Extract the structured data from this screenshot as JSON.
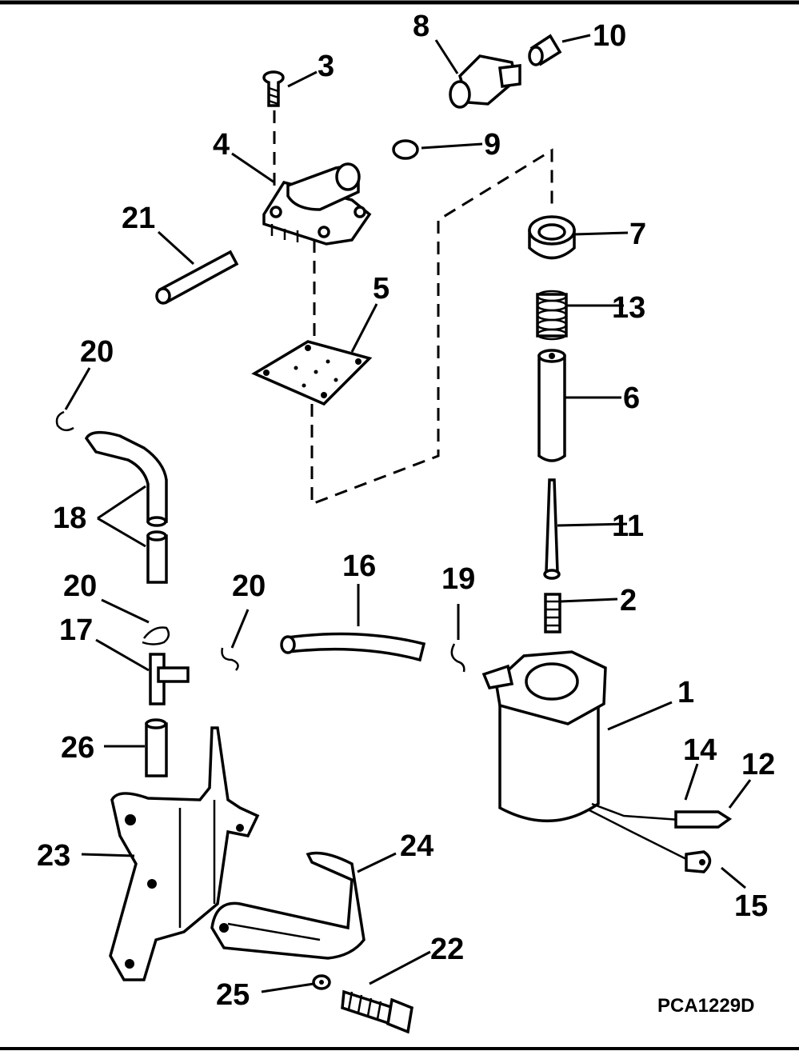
{
  "diagram": {
    "code": "PCA1229D",
    "callouts": {
      "c1": "1",
      "c2": "2",
      "c3": "3",
      "c4": "4",
      "c5": "5",
      "c6": "6",
      "c7": "7",
      "c8": "8",
      "c9": "9",
      "c10": "10",
      "c11": "11",
      "c12": "12",
      "c13": "13",
      "c14": "14",
      "c15": "15",
      "c16": "16",
      "c17": "17",
      "c18": "18",
      "c19": "19",
      "c20a": "20",
      "c20b": "20",
      "c20c": "20",
      "c21": "21",
      "c22": "22",
      "c23": "23",
      "c24": "24",
      "c25": "25",
      "c26": "26"
    }
  }
}
